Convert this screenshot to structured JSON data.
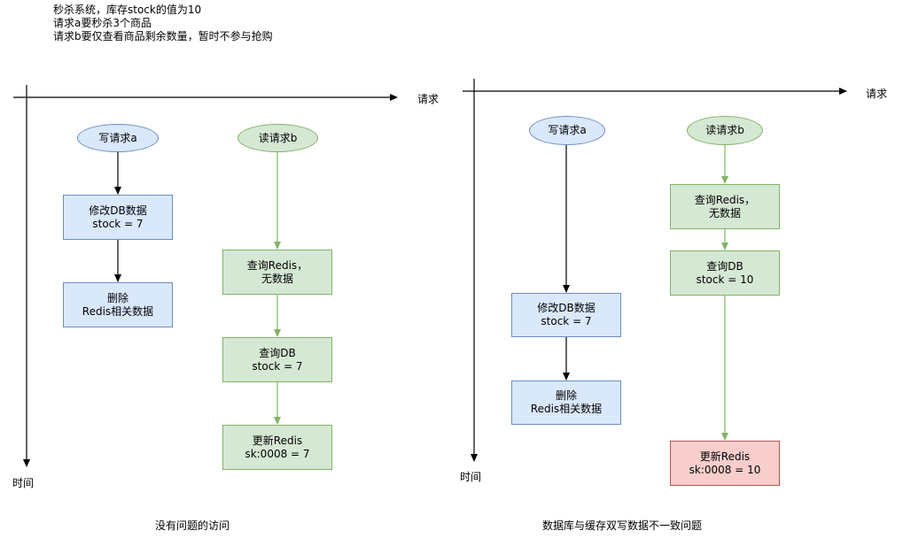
{
  "notes": [
    "秒杀系统，库存stock的值为10",
    "请求a要秒杀3个商品",
    "请求b要仅查看商品剩余数量，暂时不参与抢购"
  ],
  "left": {
    "x_axis_label": "请求",
    "y_axis_label": "时间",
    "caption": "没有问题的访问",
    "write_request": "写请求a",
    "read_request": "读请求b",
    "update_db": "修改DB数据\nstock = 7",
    "delete_redis": "删除\nRedis相关数据",
    "query_redis": "查询Redis，\n无数据",
    "query_db": "查询DB\nstock = 7",
    "update_redis": "更新Redis\nsk:0008 = 7"
  },
  "right": {
    "x_axis_label": "请求",
    "y_axis_label": "时间",
    "caption": "数据库与缓存双写数据不一致问题",
    "write_request": "写请求a",
    "read_request": "读请求b",
    "update_db": "修改DB数据\nstock = 7",
    "delete_redis": "删除\nRedis相关数据",
    "query_redis": "查询Redis，\n无数据",
    "query_db": "查询DB\nstock = 10",
    "update_redis": "更新Redis\nsk:0008 = 10"
  },
  "colors": {
    "blue_fill": "#dae8fc",
    "blue_stroke": "#6c8ebf",
    "green_fill": "#d5e8d4",
    "green_stroke": "#82b366",
    "red_fill": "#f8cecc",
    "red_stroke": "#b85450"
  }
}
